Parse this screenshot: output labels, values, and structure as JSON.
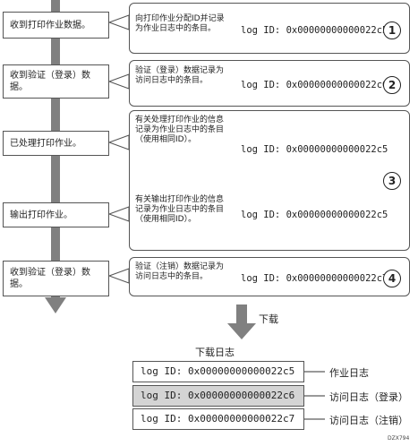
{
  "steps": [
    {
      "text": "收到打印作业数据。"
    },
    {
      "text": "收到验证（登录）数据。"
    },
    {
      "text": "已处理打印作业。"
    },
    {
      "text": "输出打印作业。"
    },
    {
      "text": "收到验证（登录）数据。"
    }
  ],
  "callouts": [
    {
      "text": "向打印作业分配ID并记录为作业日志中的条目。",
      "log_id": "log ID: 0x00000000000022c5",
      "number": "1"
    },
    {
      "text": "验证（登录）数据记录为访问日志中的条目。",
      "log_id": "log ID: 0x00000000000022c6",
      "number": "2"
    },
    {
      "text_a": "有关处理打印作业的信息记录为作业日志中的条目（使用相同ID）。",
      "log_id_a": "log ID: 0x00000000000022c5",
      "text_b": "有关输出打印作业的信息记录为作业日志中的条目（使用相同ID）。",
      "log_id_b": "log ID: 0x00000000000022c5",
      "number": "3"
    },
    {
      "text": "验证（注销）数据记录为访问日志中的条目。",
      "log_id": "log ID: 0x00000000000022c7",
      "number": "4"
    }
  ],
  "download_label": "下载",
  "download_log_title": "下载日志",
  "log_rows": [
    {
      "id": "log ID: 0x00000000000022c5",
      "label": "作业日志",
      "color": "#ffffff"
    },
    {
      "id": "log ID: 0x00000000000022c6",
      "label": "访问日志（登录）",
      "color": "#d4d4d4"
    },
    {
      "id": "log ID: 0x00000000000022c7",
      "label": "访问日志（注销）",
      "color": "#ffffff"
    }
  ],
  "figure_code": "DZX794"
}
